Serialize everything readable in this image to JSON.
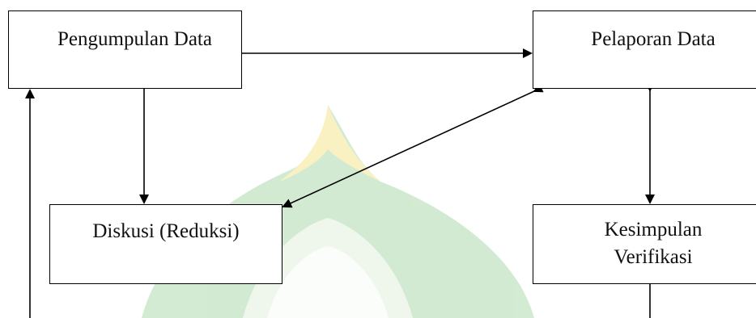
{
  "diagram": {
    "nodes": {
      "pengumpulan": {
        "label": "Pengumpulan Data"
      },
      "pelaporan": {
        "label": "Pelaporan Data"
      },
      "diskusi": {
        "label": "Diskusi (Reduksi)"
      },
      "kesimpulan": {
        "line1": "Kesimpulan",
        "line2": "Verifikasi"
      }
    },
    "edges": [
      {
        "from": "Pengumpulan Data",
        "to": "Pelaporan Data",
        "direction": "forward"
      },
      {
        "from": "Pengumpulan Data",
        "to": "Diskusi (Reduksi)",
        "direction": "forward"
      },
      {
        "from": "Pelaporan Data",
        "to": "Diskusi (Reduksi)",
        "direction": "both"
      },
      {
        "from": "Pelaporan Data",
        "to": "Kesimpulan Verifikasi",
        "direction": "both"
      },
      {
        "from": "Kesimpulan Verifikasi",
        "to": "Pengumpulan Data",
        "direction": "forward"
      }
    ],
    "colors": {
      "line": "#000000",
      "watermark_green": "#7dc27a",
      "watermark_yellow": "#f2d64a"
    }
  }
}
